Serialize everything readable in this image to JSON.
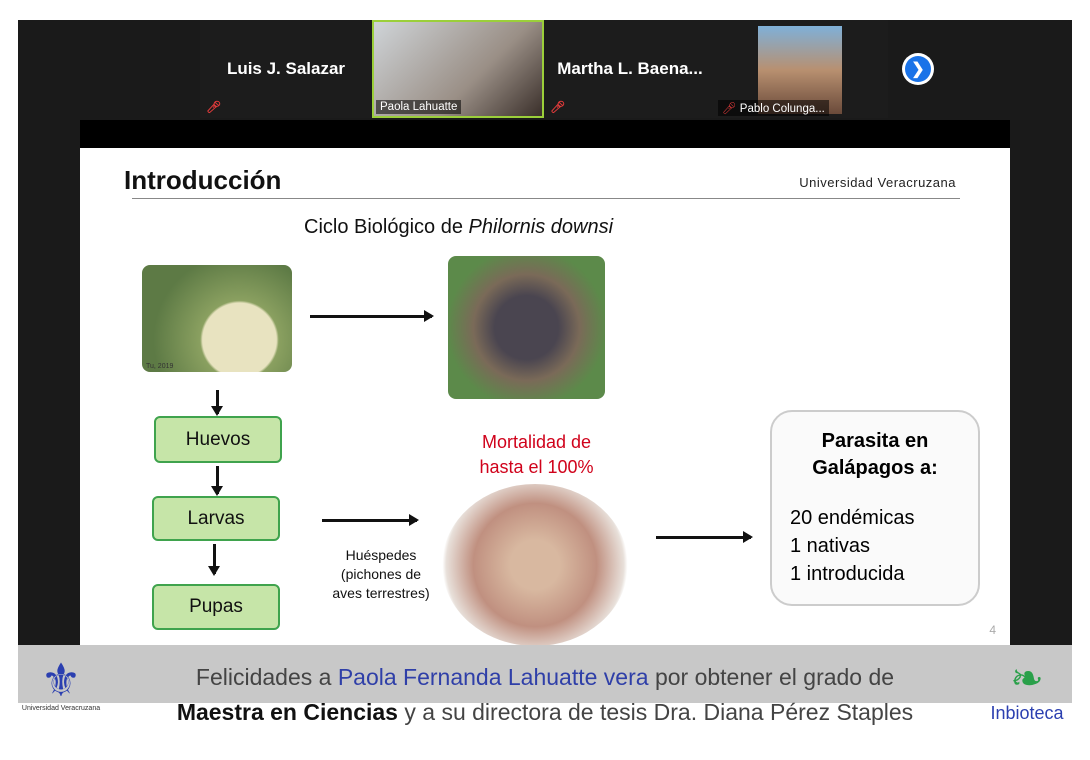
{
  "participants": [
    {
      "name": "Luis J. Salazar",
      "muted": true,
      "video": false
    },
    {
      "name": "Paola Lahuatte",
      "muted": false,
      "video": true,
      "active": true
    },
    {
      "name": "Martha  L. Baena...",
      "muted": true,
      "video": false
    },
    {
      "name": "Pablo Colunga...",
      "muted": true,
      "video": true
    }
  ],
  "next_icon": "chevron-right-icon",
  "slide": {
    "title": "Introducción",
    "institution": "Universidad Veracruzana",
    "subtitle_prefix": "Ciclo Biológico de ",
    "subtitle_species": "Philornis downsi",
    "photo_credit": "Tu, 2019",
    "stages": [
      "Huevos",
      "Larvas",
      "Pupas"
    ],
    "mortality": [
      "Mortalidad de",
      "hasta el 100%"
    ],
    "hosts": [
      "Huéspedes",
      "(pichones de",
      "aves terrestres)"
    ],
    "parasite_box": {
      "heading": [
        "Parasita en",
        "Galápagos a:"
      ],
      "items": [
        "20 endémicas",
        "1 nativas",
        "1 introducida"
      ]
    },
    "page_number": "4"
  },
  "caption": {
    "part1": "Felicidades a ",
    "name": "Paola Fernanda Lahuatte vera",
    "part2": " por obtener el grado de",
    "degree": "Maestra en Ciencias",
    "part3": " y a su directora de tesis Dra. Diana Pérez Staples"
  },
  "logos": {
    "left": "Universidad Veracruzana",
    "right": "Inbioteca"
  }
}
